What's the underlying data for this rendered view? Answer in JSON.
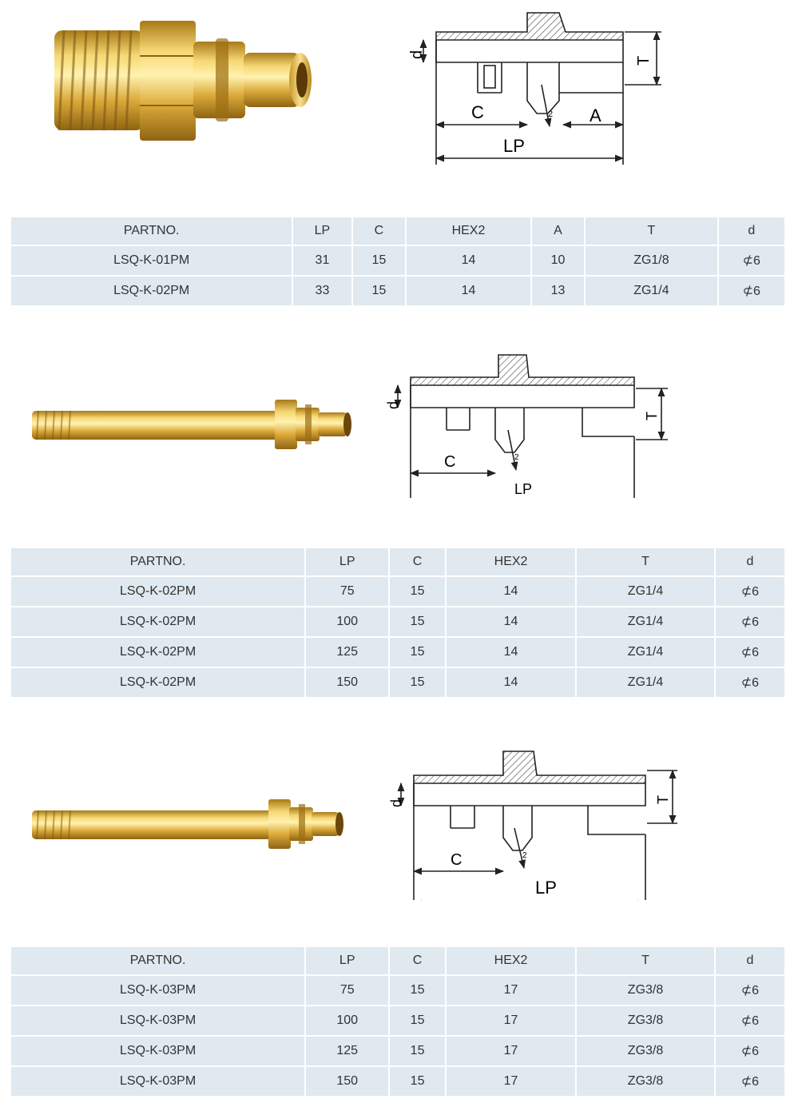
{
  "sections": [
    {
      "drawing_labels": {
        "d": "d",
        "c": "C",
        "a": "A",
        "lp": "LP",
        "t": "T",
        "hex": "2"
      },
      "headers": [
        "PARTNO.",
        "LP",
        "C",
        "HEX2",
        "A",
        "T",
        "d"
      ],
      "rows": [
        [
          "LSQ-K-01PM",
          "31",
          "15",
          "14",
          "10",
          "ZG1/8",
          "⊄6"
        ],
        [
          "LSQ-K-02PM",
          "33",
          "15",
          "14",
          "13",
          "ZG1/4",
          "⊄6"
        ]
      ]
    },
    {
      "drawing_labels": {
        "d": "d",
        "c": "C",
        "lp": "LP",
        "t": "T",
        "hex": "2"
      },
      "headers": [
        "PARTNO.",
        "LP",
        "C",
        "HEX2",
        "T",
        "d"
      ],
      "rows": [
        [
          "LSQ-K-02PM",
          "75",
          "15",
          "14",
          "ZG1/4",
          "⊄6"
        ],
        [
          "LSQ-K-02PM",
          "100",
          "15",
          "14",
          "ZG1/4",
          "⊄6"
        ],
        [
          "LSQ-K-02PM",
          "125",
          "15",
          "14",
          "ZG1/4",
          "⊄6"
        ],
        [
          "LSQ-K-02PM",
          "150",
          "15",
          "14",
          "ZG1/4",
          "⊄6"
        ]
      ]
    },
    {
      "drawing_labels": {
        "d": "d",
        "c": "C",
        "lp": "LP",
        "t": "T",
        "hex": "2"
      },
      "headers": [
        "PARTNO.",
        "LP",
        "C",
        "HEX2",
        "T",
        "d"
      ],
      "rows": [
        [
          "LSQ-K-03PM",
          "75",
          "15",
          "17",
          "ZG3/8",
          "⊄6"
        ],
        [
          "LSQ-K-03PM",
          "100",
          "15",
          "17",
          "ZG3/8",
          "⊄6"
        ],
        [
          "LSQ-K-03PM",
          "125",
          "15",
          "17",
          "ZG3/8",
          "⊄6"
        ],
        [
          "LSQ-K-03PM",
          "150",
          "15",
          "17",
          "ZG3/8",
          "⊄6"
        ]
      ]
    }
  ],
  "colors": {
    "table_bg": "#dfe9ef",
    "brass_light": "#f5d36a",
    "brass_dark": "#b7861e"
  }
}
